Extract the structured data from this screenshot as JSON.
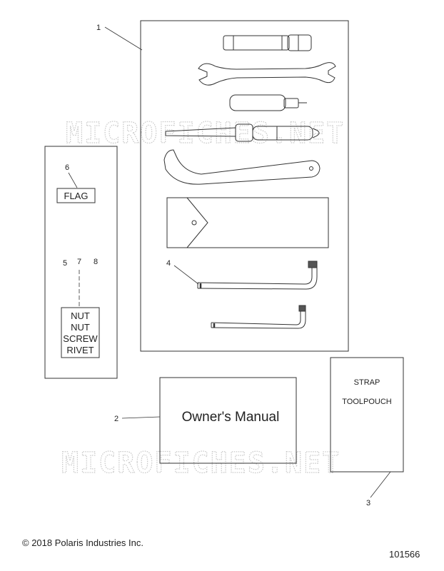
{
  "callouts": [
    "1",
    "2",
    "3",
    "4",
    "5",
    "7",
    "8",
    "6"
  ],
  "flag_label": "FLAG",
  "hardware_labels": [
    "NUT",
    "NUT",
    "SCREW",
    "RIVET"
  ],
  "manual_label": "Owner's Manual",
  "pouch_labels": [
    "STRAP",
    "TOOLPOUCH"
  ],
  "watermark": "MICROFICHES.NET",
  "copyright": "© 2018 Polaris Industries Inc.",
  "drawing_number": "101566"
}
